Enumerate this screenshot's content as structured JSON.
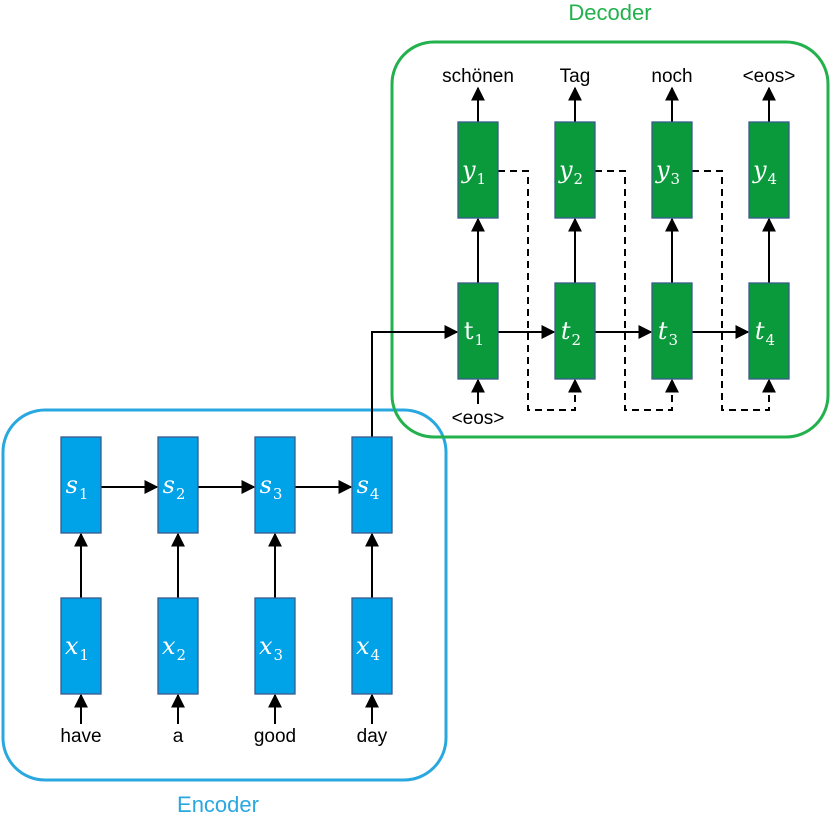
{
  "encoder": {
    "title": "Encoder",
    "color": "#29a8e0",
    "node_fill": "#00a2e8",
    "input_words": [
      "have",
      "a",
      "good",
      "day"
    ],
    "input_nodes": [
      {
        "var": "x",
        "sub": "1"
      },
      {
        "var": "x",
        "sub": "2"
      },
      {
        "var": "x",
        "sub": "3"
      },
      {
        "var": "x",
        "sub": "4"
      }
    ],
    "state_nodes": [
      {
        "var": "s",
        "sub": "1"
      },
      {
        "var": "s",
        "sub": "2"
      },
      {
        "var": "s",
        "sub": "3"
      },
      {
        "var": "s",
        "sub": "4"
      }
    ]
  },
  "decoder": {
    "title": "Decoder",
    "color": "#22b14c",
    "node_fill": "#0a9a3c",
    "start_token": "<eos>",
    "state_nodes": [
      {
        "var": "t",
        "sub": "1",
        "italic": false
      },
      {
        "var": "t",
        "sub": "2",
        "italic": true
      },
      {
        "var": "t",
        "sub": "3",
        "italic": true
      },
      {
        "var": "t",
        "sub": "4",
        "italic": true
      }
    ],
    "output_nodes": [
      {
        "var": "y",
        "sub": "1"
      },
      {
        "var": "y",
        "sub": "2"
      },
      {
        "var": "y",
        "sub": "3"
      },
      {
        "var": "y",
        "sub": "4"
      }
    ],
    "output_words": [
      "schönen",
      "Tag",
      "noch",
      "<eos>"
    ]
  }
}
